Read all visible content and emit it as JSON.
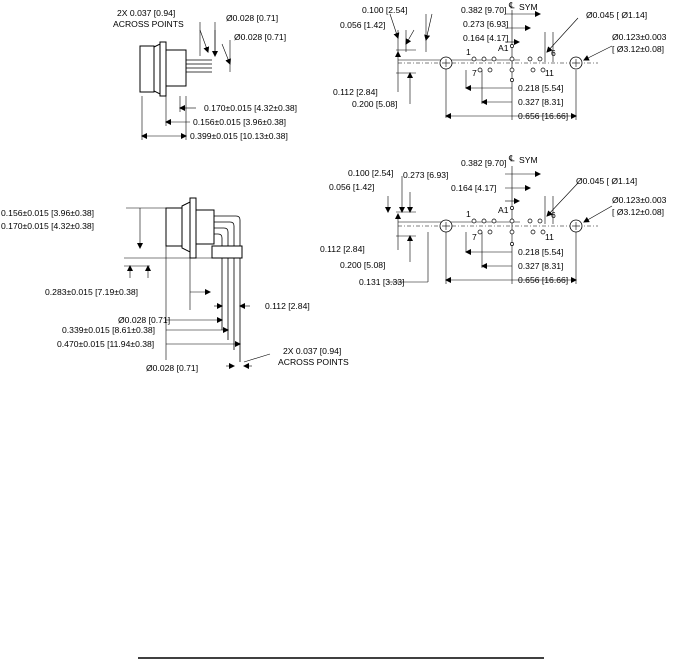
{
  "view_top_left": {
    "across_points_line1": "2X 0.037 [0.94]",
    "across_points_line2": "ACROSS POINTS",
    "pin_dia_1": "Ø0.028 [0.71]",
    "pin_dia_2": "Ø0.028 [0.71]",
    "dim_a": "0.170±0.015 [4.32±0.38]",
    "dim_b": "0.156±0.015 [3.96±0.38]",
    "dim_c": "0.399±0.015 [10.13±0.38]"
  },
  "view_top_right": {
    "d_0100": "0.100 [2.54]",
    "d_0056": "0.056 [1.42]",
    "d_0382": "0.382 [9.70]",
    "d_0273": "0.273 [6.93]",
    "d_0164": "0.164 [4.17]",
    "sym": "SYM",
    "hole_small": "Ø0.045 [ Ø1.14]",
    "hole_large_1": "Ø0.123±0.003",
    "hole_large_2": "[ Ø3.12±0.08]",
    "a1": "A1",
    "pin_1": "1",
    "pin_6": "6",
    "pin_7": "7",
    "pin_11": "11",
    "d_0112": "0.112 [2.84]",
    "d_0200": "0.200 [5.08]",
    "d_0218": "0.218 [5.54]",
    "d_0327": "0.327 [8.31]",
    "d_0656": "0.656 [16.66]"
  },
  "view_bottom_right": {
    "d_0100": "0.100 [2.54]",
    "d_0382": "0.382 [9.70]",
    "d_0273": "0.273 [6.93]",
    "d_0056": "0.056 [1.42]",
    "d_0164": "0.164 [4.17]",
    "sym": "SYM",
    "hole_small": "Ø0.045 [ Ø1.14]",
    "hole_large_1": "Ø0.123±0.003",
    "hole_large_2": "[ Ø3.12±0.08]",
    "a1": "A1",
    "pin_1": "1",
    "pin_6": "6",
    "pin_7": "7",
    "pin_11": "11",
    "d_0112": "0.112 [2.84]",
    "d_0200": "0.200 [5.08]",
    "d_0131": "0.131 [3.33]",
    "d_0218": "0.218 [5.54]",
    "d_0327": "0.327 [8.31]",
    "d_0656": "0.656 [16.66]"
  },
  "view_bottom_left": {
    "dim_a": "0.156±0.015 [3.96±0.38]",
    "dim_b": "0.170±0.015 [4.32±0.38]",
    "dim_c": "0.283±0.015 [7.19±0.38]",
    "dim_d": "0.112 [2.84]",
    "pin_dia": "Ø0.028 [0.71]",
    "dim_e": "0.339±0.015 [8.61±0.38]",
    "dim_f": "0.470±0.015 [11.94±0.38]",
    "across_points_line1": "2X 0.037 [0.94]",
    "across_points_line2": "ACROSS POINTS",
    "pin_dia_2": "Ø0.028 [0.71]"
  }
}
